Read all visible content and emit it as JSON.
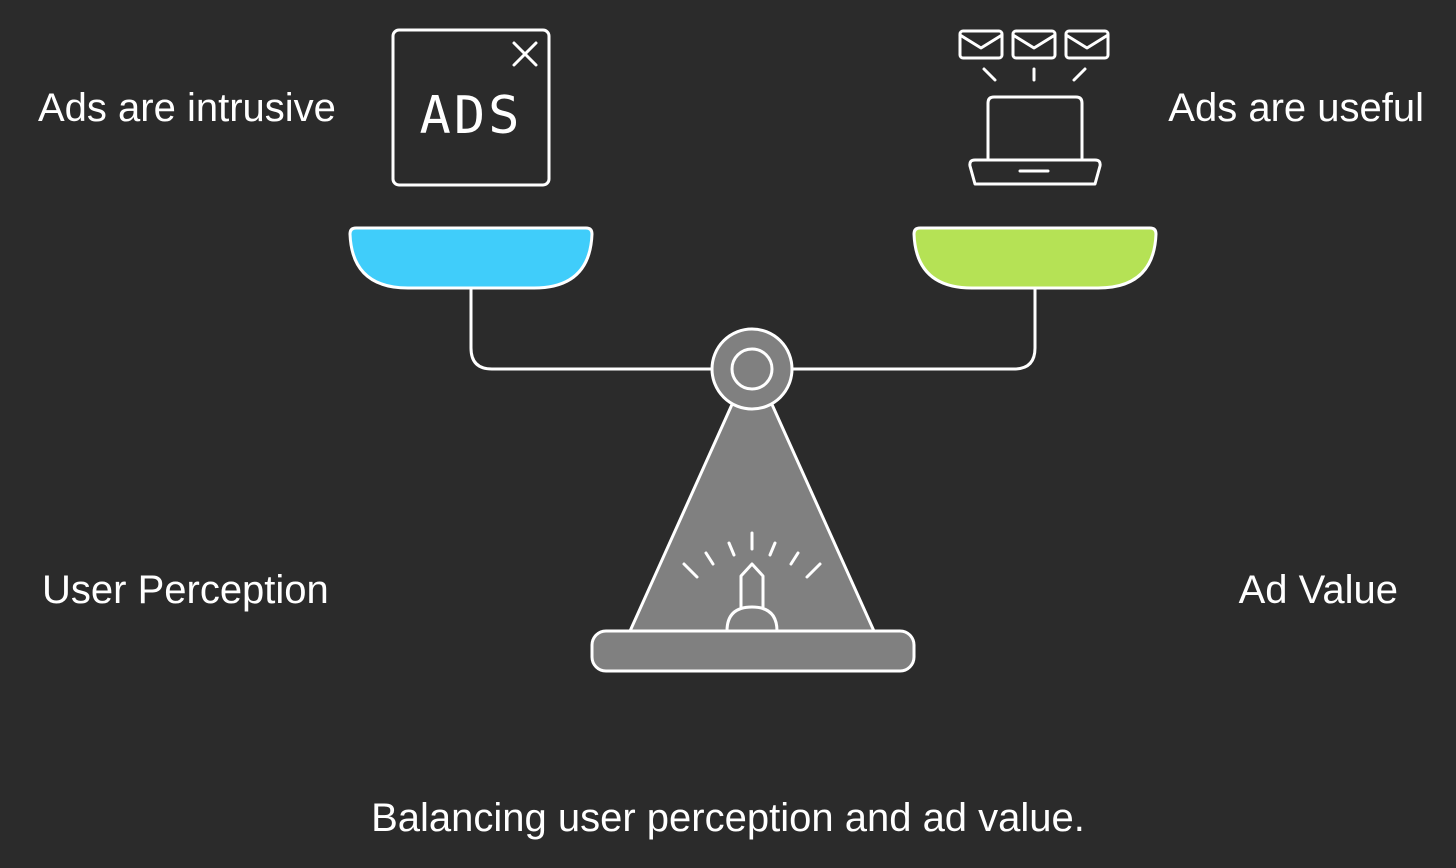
{
  "labels": {
    "left_statement": "Ads are intrusive",
    "right_statement": "Ads are useful",
    "left_category": "User Perception",
    "right_category": "Ad Value"
  },
  "caption": "Balancing user perception and ad value.",
  "ad_window_text": "ADS",
  "icons": {
    "left": "ad-window-close-icon",
    "right": "laptop-with-emails-icon",
    "base": "balance-indicator-icon"
  },
  "colors": {
    "background": "#2b2b2b",
    "left_pan": "#40cdfa",
    "right_pan": "#b5e255",
    "scale_body": "#808080",
    "stroke": "#ffffff"
  }
}
